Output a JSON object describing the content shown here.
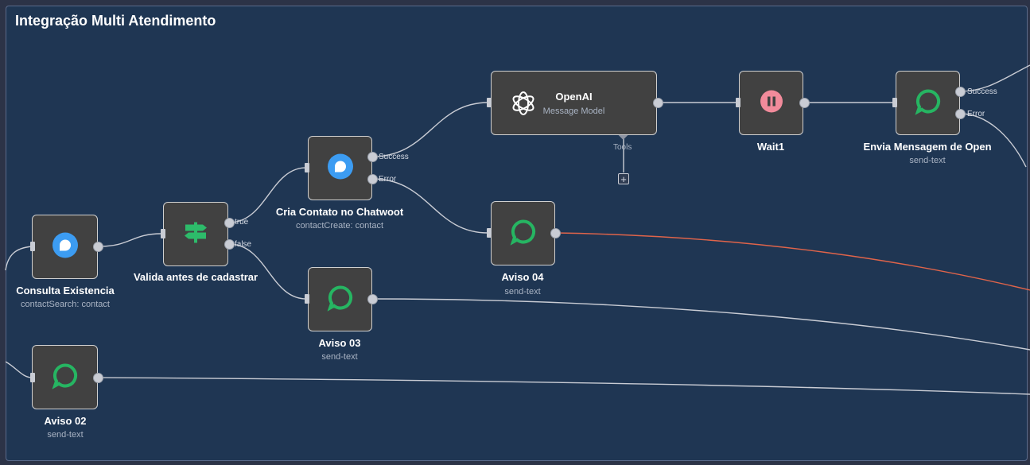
{
  "canvas": {
    "group_title": "Integração Multi Atendimento"
  },
  "nodes": {
    "consulta": {
      "title": "Consulta Existencia",
      "subtitle": "contactSearch: contact",
      "icon": "chatwoot-icon"
    },
    "valida": {
      "title": "Valida antes de cadastrar",
      "icon": "signpost-icon",
      "out_true": "true",
      "out_false": "false"
    },
    "cria": {
      "title": "Cria Contato no Chatwoot",
      "subtitle": "contactCreate: contact",
      "icon": "chatwoot-icon",
      "out_success": "Success",
      "out_error": "Error"
    },
    "openai": {
      "title": "OpenAI",
      "subtitle": "Message Model",
      "icon": "openai-icon",
      "tools_label": "Tools",
      "add_label": "+"
    },
    "wait": {
      "title": "Wait1",
      "icon": "pause-icon"
    },
    "envia": {
      "title": "Envia Mensagem de Open",
      "subtitle": "send-text",
      "icon": "chat-bubble-icon",
      "out_success": "Success",
      "out_error": "Error"
    },
    "aviso04": {
      "title": "Aviso 04",
      "subtitle": "send-text",
      "icon": "chat-bubble-icon"
    },
    "aviso03": {
      "title": "Aviso 03",
      "subtitle": "send-text",
      "icon": "chat-bubble-icon"
    },
    "aviso02": {
      "title": "Aviso 02",
      "subtitle": "send-text",
      "icon": "chat-bubble-icon"
    }
  },
  "colors": {
    "background": "#2c3347",
    "group_fill": "#1f3653",
    "node_fill": "#414141",
    "edge": "#c9ccd4",
    "error_edge": "#e0644a",
    "chatwoot_blue": "#3c9cf2",
    "chat_green": "#26b562",
    "pause_pink": "#f28b9b"
  }
}
